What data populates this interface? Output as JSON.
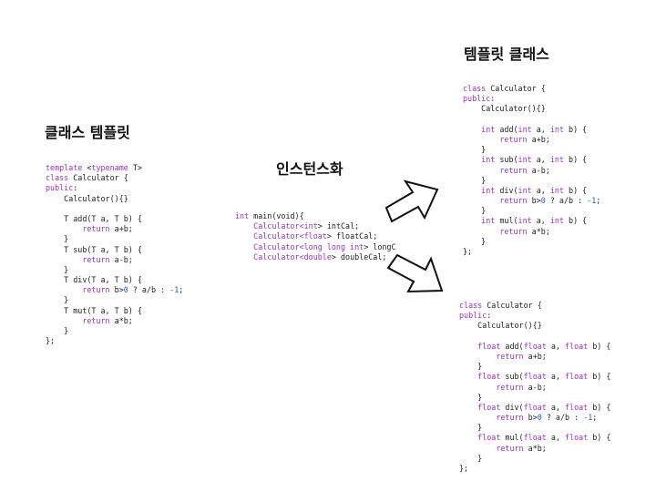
{
  "titles": {
    "class_template": "클래스 템플릿",
    "instantiation": "인스턴스화",
    "template_class": "템플릿 클래스"
  },
  "colors": {
    "text": "#222222",
    "keyword": "#9b30c8",
    "number": "#2457d6",
    "arrow_stroke": "#111111"
  },
  "icons": [
    "arrow-up-right-icon",
    "arrow-down-right-icon"
  ],
  "code_blocks": {
    "class_template": [
      [
        [
          "template ",
          "k"
        ],
        [
          "<",
          "t"
        ],
        [
          "typename",
          "k"
        ],
        [
          " T>",
          "t"
        ]
      ],
      [
        [
          "class",
          "k"
        ],
        [
          " Calculator {",
          "t"
        ]
      ],
      [
        [
          "public",
          "k"
        ],
        [
          ":",
          "t"
        ]
      ],
      [
        [
          "    Calculator(){}",
          "t"
        ]
      ],
      [
        [
          "",
          "t"
        ]
      ],
      [
        [
          "    T add(T a, T b) {",
          "t"
        ]
      ],
      [
        [
          "        ",
          "t"
        ],
        [
          "return",
          "k"
        ],
        [
          " a+b;",
          "t"
        ]
      ],
      [
        [
          "    }",
          "t"
        ]
      ],
      [
        [
          "    T sub(T a, T b) {",
          "t"
        ]
      ],
      [
        [
          "        ",
          "t"
        ],
        [
          "return",
          "k"
        ],
        [
          " a-b;",
          "t"
        ]
      ],
      [
        [
          "    }",
          "t"
        ]
      ],
      [
        [
          "    T div(T a, T b) {",
          "t"
        ]
      ],
      [
        [
          "        ",
          "t"
        ],
        [
          "return",
          "k"
        ],
        [
          " b>",
          "t"
        ],
        [
          "0",
          "n"
        ],
        [
          " ? a/b : ",
          "t"
        ],
        [
          "-1",
          "n"
        ],
        [
          ";",
          "t"
        ]
      ],
      [
        [
          "    }",
          "t"
        ]
      ],
      [
        [
          "    T mut(T a, T b) {",
          "t"
        ]
      ],
      [
        [
          "        ",
          "t"
        ],
        [
          "return",
          "k"
        ],
        [
          " a*b;",
          "t"
        ]
      ],
      [
        [
          "    }",
          "t"
        ]
      ],
      [
        [
          "};",
          "t"
        ]
      ]
    ],
    "instantiation": [
      [
        [
          "int",
          "k"
        ],
        [
          " main(void){",
          "t"
        ]
      ],
      [
        [
          "    ",
          "t"
        ],
        [
          "Calculator<",
          "k"
        ],
        [
          "int",
          "k"
        ],
        [
          "> intCal;",
          "t"
        ]
      ],
      [
        [
          "    ",
          "t"
        ],
        [
          "Calculator<",
          "k"
        ],
        [
          "float",
          "k"
        ],
        [
          "> floatCal;",
          "t"
        ]
      ],
      [
        [
          "    ",
          "t"
        ],
        [
          "Calculator<",
          "k"
        ],
        [
          "long long int",
          "k"
        ],
        [
          "> longC",
          "t"
        ]
      ],
      [
        [
          "    ",
          "t"
        ],
        [
          "Calculator<",
          "k"
        ],
        [
          "double",
          "k"
        ],
        [
          "> doubleCal;",
          "t"
        ]
      ]
    ],
    "int_class": [
      [
        [
          "class",
          "k"
        ],
        [
          " Calculator {",
          "t"
        ]
      ],
      [
        [
          "public",
          "k"
        ],
        [
          ":",
          "t"
        ]
      ],
      [
        [
          "    Calculator(){}",
          "t"
        ]
      ],
      [
        [
          "",
          "t"
        ]
      ],
      [
        [
          "    ",
          "t"
        ],
        [
          "int",
          "k"
        ],
        [
          " add(",
          "t"
        ],
        [
          "int",
          "k"
        ],
        [
          " a, ",
          "t"
        ],
        [
          "int",
          "k"
        ],
        [
          " b) {",
          "t"
        ]
      ],
      [
        [
          "        ",
          "t"
        ],
        [
          "return",
          "k"
        ],
        [
          " a+b;",
          "t"
        ]
      ],
      [
        [
          "    }",
          "t"
        ]
      ],
      [
        [
          "    ",
          "t"
        ],
        [
          "int",
          "k"
        ],
        [
          " sub(",
          "t"
        ],
        [
          "int",
          "k"
        ],
        [
          " a, ",
          "t"
        ],
        [
          "int",
          "k"
        ],
        [
          " b) {",
          "t"
        ]
      ],
      [
        [
          "        ",
          "t"
        ],
        [
          "return",
          "k"
        ],
        [
          " a-b;",
          "t"
        ]
      ],
      [
        [
          "    }",
          "t"
        ]
      ],
      [
        [
          "    ",
          "t"
        ],
        [
          "int",
          "k"
        ],
        [
          " div(",
          "t"
        ],
        [
          "int",
          "k"
        ],
        [
          " a, ",
          "t"
        ],
        [
          "int",
          "k"
        ],
        [
          " b) {",
          "t"
        ]
      ],
      [
        [
          "        ",
          "t"
        ],
        [
          "return",
          "k"
        ],
        [
          " b>",
          "t"
        ],
        [
          "0",
          "n"
        ],
        [
          " ? a/b : ",
          "t"
        ],
        [
          "-1",
          "n"
        ],
        [
          ";",
          "t"
        ]
      ],
      [
        [
          "    }",
          "t"
        ]
      ],
      [
        [
          "    ",
          "t"
        ],
        [
          "int",
          "k"
        ],
        [
          " mul(",
          "t"
        ],
        [
          "int",
          "k"
        ],
        [
          " a, ",
          "t"
        ],
        [
          "int",
          "k"
        ],
        [
          " b) {",
          "t"
        ]
      ],
      [
        [
          "        ",
          "t"
        ],
        [
          "return",
          "k"
        ],
        [
          " a*b;",
          "t"
        ]
      ],
      [
        [
          "    }",
          "t"
        ]
      ],
      [
        [
          "};",
          "t"
        ]
      ]
    ],
    "float_class": [
      [
        [
          "class",
          "k"
        ],
        [
          " Calculator {",
          "t"
        ]
      ],
      [
        [
          "public",
          "k"
        ],
        [
          ":",
          "t"
        ]
      ],
      [
        [
          "    Calculator(){}",
          "t"
        ]
      ],
      [
        [
          "",
          "t"
        ]
      ],
      [
        [
          "    ",
          "t"
        ],
        [
          "float",
          "k"
        ],
        [
          " add(",
          "t"
        ],
        [
          "float",
          "k"
        ],
        [
          " a, ",
          "t"
        ],
        [
          "float",
          "k"
        ],
        [
          " b) {",
          "t"
        ]
      ],
      [
        [
          "        ",
          "t"
        ],
        [
          "return",
          "k"
        ],
        [
          " a+b;",
          "t"
        ]
      ],
      [
        [
          "    }",
          "t"
        ]
      ],
      [
        [
          "    ",
          "t"
        ],
        [
          "float",
          "k"
        ],
        [
          " sub(",
          "t"
        ],
        [
          "float",
          "k"
        ],
        [
          " a, ",
          "t"
        ],
        [
          "float",
          "k"
        ],
        [
          " b) {",
          "t"
        ]
      ],
      [
        [
          "        ",
          "t"
        ],
        [
          "return",
          "k"
        ],
        [
          " a-b;",
          "t"
        ]
      ],
      [
        [
          "    }",
          "t"
        ]
      ],
      [
        [
          "    ",
          "t"
        ],
        [
          "float",
          "k"
        ],
        [
          " div(",
          "t"
        ],
        [
          "float",
          "k"
        ],
        [
          " a, ",
          "t"
        ],
        [
          "float",
          "k"
        ],
        [
          " b) {",
          "t"
        ]
      ],
      [
        [
          "        ",
          "t"
        ],
        [
          "return",
          "k"
        ],
        [
          " b>",
          "t"
        ],
        [
          "0",
          "n"
        ],
        [
          " ? a/b : ",
          "t"
        ],
        [
          "-1",
          "n"
        ],
        [
          ";",
          "t"
        ]
      ],
      [
        [
          "    }",
          "t"
        ]
      ],
      [
        [
          "    ",
          "t"
        ],
        [
          "float",
          "k"
        ],
        [
          " mul(",
          "t"
        ],
        [
          "float",
          "k"
        ],
        [
          " a, ",
          "t"
        ],
        [
          "float",
          "k"
        ],
        [
          " b) {",
          "t"
        ]
      ],
      [
        [
          "        ",
          "t"
        ],
        [
          "return",
          "k"
        ],
        [
          " a*b;",
          "t"
        ]
      ],
      [
        [
          "    }",
          "t"
        ]
      ],
      [
        [
          "};",
          "t"
        ]
      ]
    ]
  }
}
